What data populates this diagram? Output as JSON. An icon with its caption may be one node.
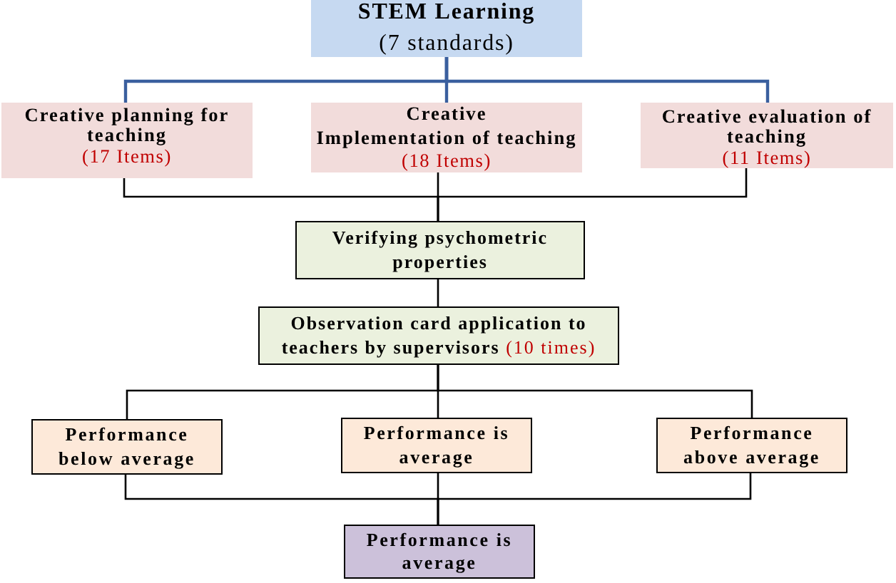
{
  "diagram": {
    "nodes": [
      {
        "text": [
          "STEM Learning",
          "(7 standards)"
        ]
      },
      {
        "text": [
          "Creative planning for teaching",
          "(17 Items)"
        ]
      },
      {
        "text": [
          "Creative Implementation of teaching",
          "(18 Items)"
        ]
      },
      {
        "text": [
          "Creative evaluation of teaching",
          "(11 Items)"
        ]
      },
      {
        "text": [
          "Verifying psychometric properties"
        ]
      },
      {
        "text": [
          "**Observation card application to teachers by supervisors** (10 times)"
        ]
      },
      {
        "text": [
          "Performance below average"
        ]
      },
      {
        "text": [
          "Performance is average"
        ]
      },
      {
        "text": [
          "Performance above average"
        ]
      },
      {
        "text": [
          "Performance is average"
        ]
      }
    ],
    "edges": [
      {
        "from": 0,
        "to": 1,
        "arrow": "none",
        "color": "#3a5f9e"
      },
      {
        "from": 0,
        "to": 2,
        "arrow": "none",
        "color": "#3a5f9e"
      },
      {
        "from": 0,
        "to": 3,
        "arrow": "none",
        "color": "#3a5f9e"
      },
      {
        "from": 1,
        "to": 4,
        "arrow": "none"
      },
      {
        "from": 2,
        "to": 4,
        "arrow": "none"
      },
      {
        "from": 3,
        "to": 4,
        "arrow": "none"
      },
      {
        "from": 4,
        "to": 5,
        "arrow": "none"
      },
      {
        "from": 5,
        "to": 6,
        "arrow": "none"
      },
      {
        "from": 5,
        "to": 7,
        "arrow": "none"
      },
      {
        "from": 5,
        "to": 8,
        "arrow": "none"
      },
      {
        "from": 6,
        "to": 9,
        "arrow": "none"
      },
      {
        "from": 7,
        "to": 9,
        "arrow": "none"
      },
      {
        "from": 8,
        "to": 9,
        "arrow": "none"
      }
    ]
  }
}
